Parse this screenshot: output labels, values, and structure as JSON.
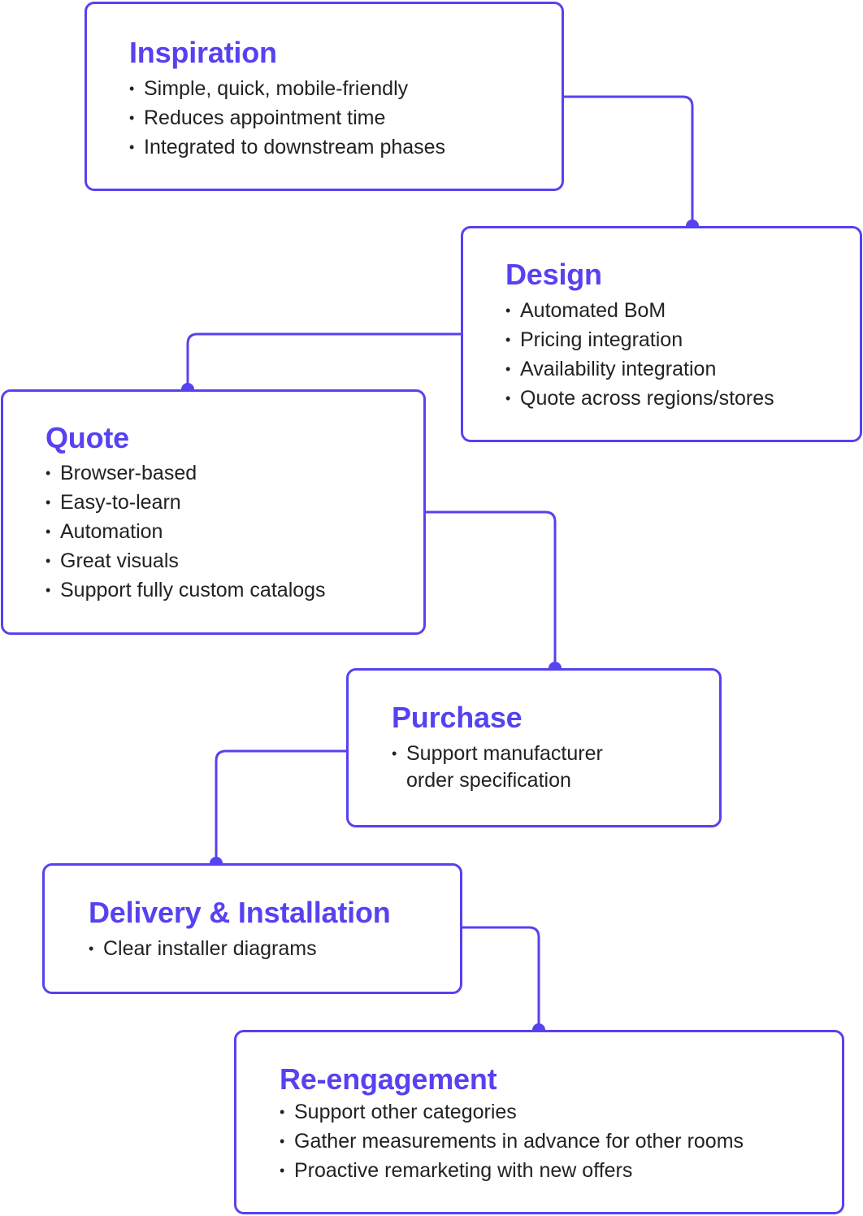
{
  "accent_color": "#5642f0",
  "text_color": "#222222",
  "stages": [
    {
      "title": "Inspiration",
      "bullets": [
        "Simple, quick, mobile-friendly",
        "Reduces appointment time",
        "Integrated to downstream phases"
      ]
    },
    {
      "title": "Design",
      "bullets": [
        "Automated BoM",
        "Pricing integration",
        "Availability integration",
        "Quote across regions/stores"
      ]
    },
    {
      "title": "Quote",
      "bullets": [
        "Browser-based",
        "Easy-to-learn",
        "Automation",
        "Great visuals",
        "Support fully custom catalogs"
      ]
    },
    {
      "title": "Purchase",
      "bullets": [
        "Support manufacturer order specification"
      ]
    },
    {
      "title": "Delivery & Installation",
      "bullets": [
        "Clear installer diagrams"
      ]
    },
    {
      "title": "Re-engagement",
      "bullets": [
        "Support other categories",
        "Gather measurements in advance for other rooms",
        "Proactive remarketing with new offers"
      ]
    }
  ]
}
